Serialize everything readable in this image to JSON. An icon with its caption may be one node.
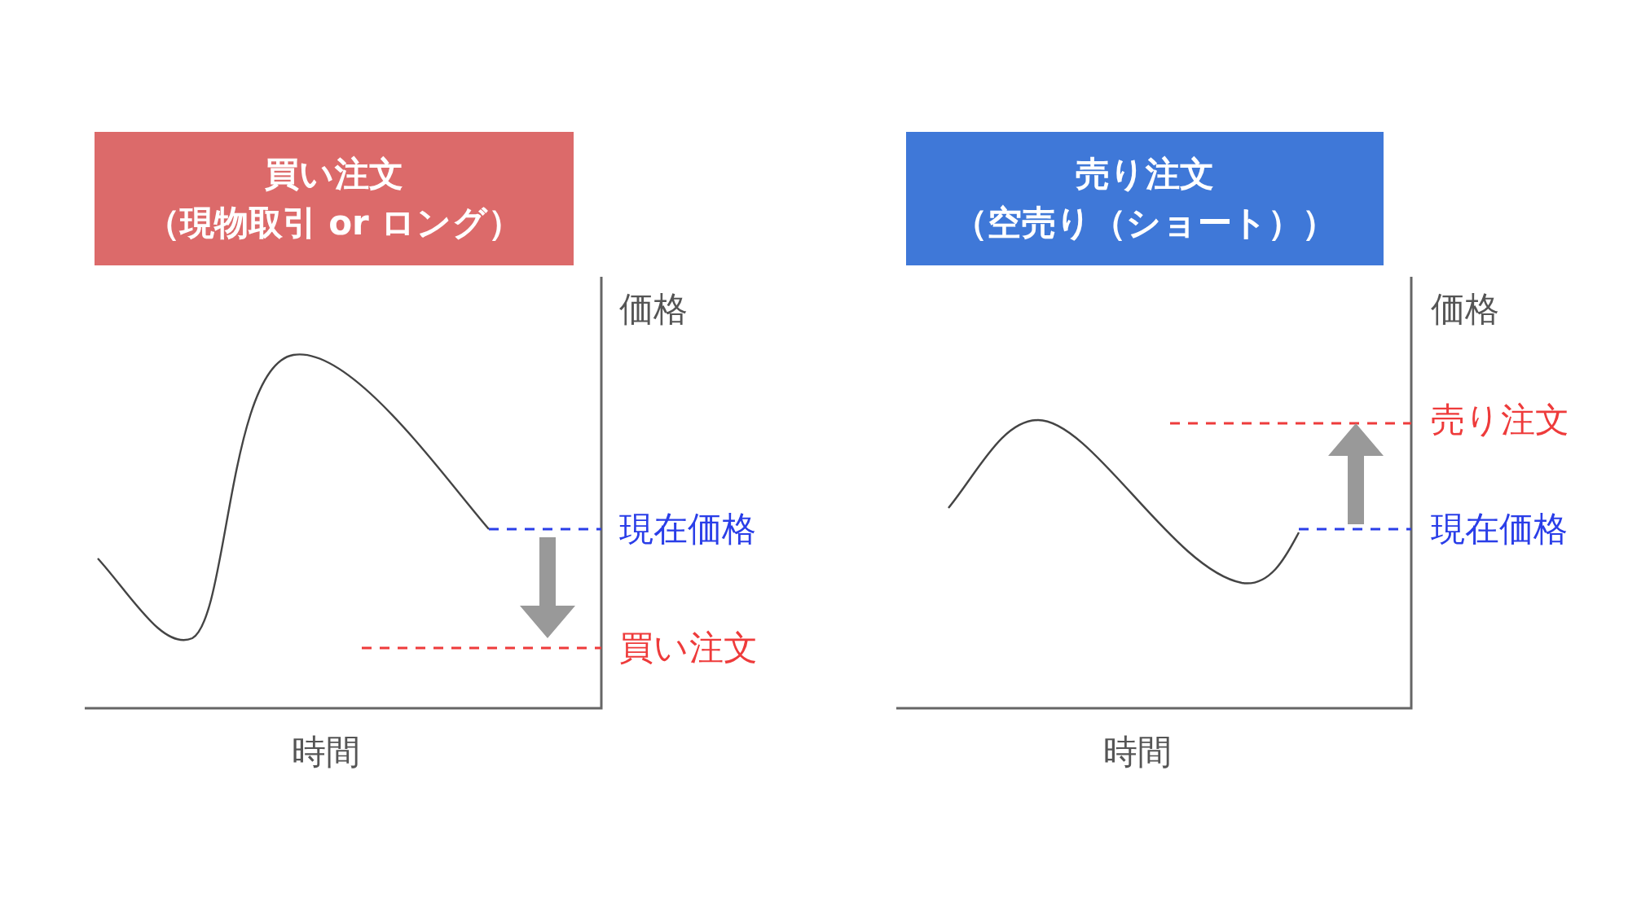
{
  "diagram": {
    "nodes": [
      {
        "text": [
          "買い注文",
          "（現物取引 or ロング）"
        ]
      },
      {
        "text": [
          "売り注文",
          "（空売り（ショート））"
        ]
      }
    ],
    "labels": [
      "価格",
      "現在価格",
      "買い注文",
      "時間",
      "価格",
      "売り注文",
      "現在価格",
      "時間"
    ]
  }
}
